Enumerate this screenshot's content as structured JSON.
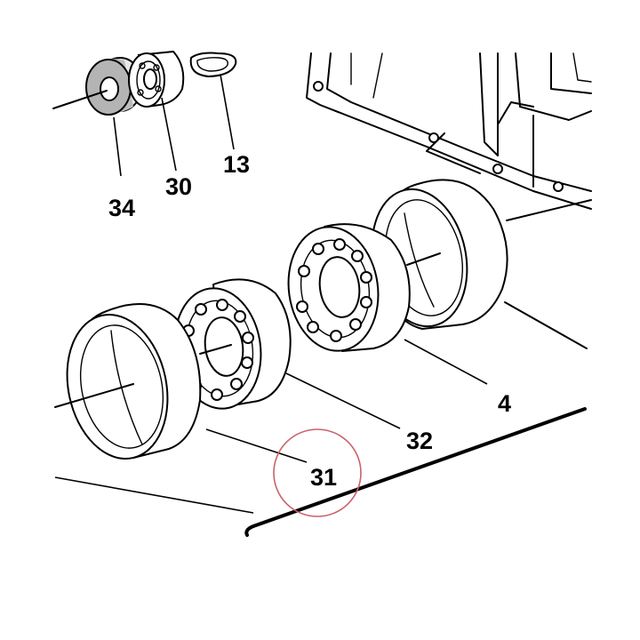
{
  "diagram": {
    "parts": [
      {
        "id": "34",
        "label": "34"
      },
      {
        "id": "30",
        "label": "30"
      },
      {
        "id": "13",
        "label": "13"
      },
      {
        "id": "4",
        "label": "4"
      },
      {
        "id": "32",
        "label": "32"
      },
      {
        "id": "31",
        "label": "31"
      }
    ],
    "highlighted_part": "31",
    "highlight_color": "#c9626b",
    "line_color": "#000000",
    "background_color": "#ffffff"
  }
}
